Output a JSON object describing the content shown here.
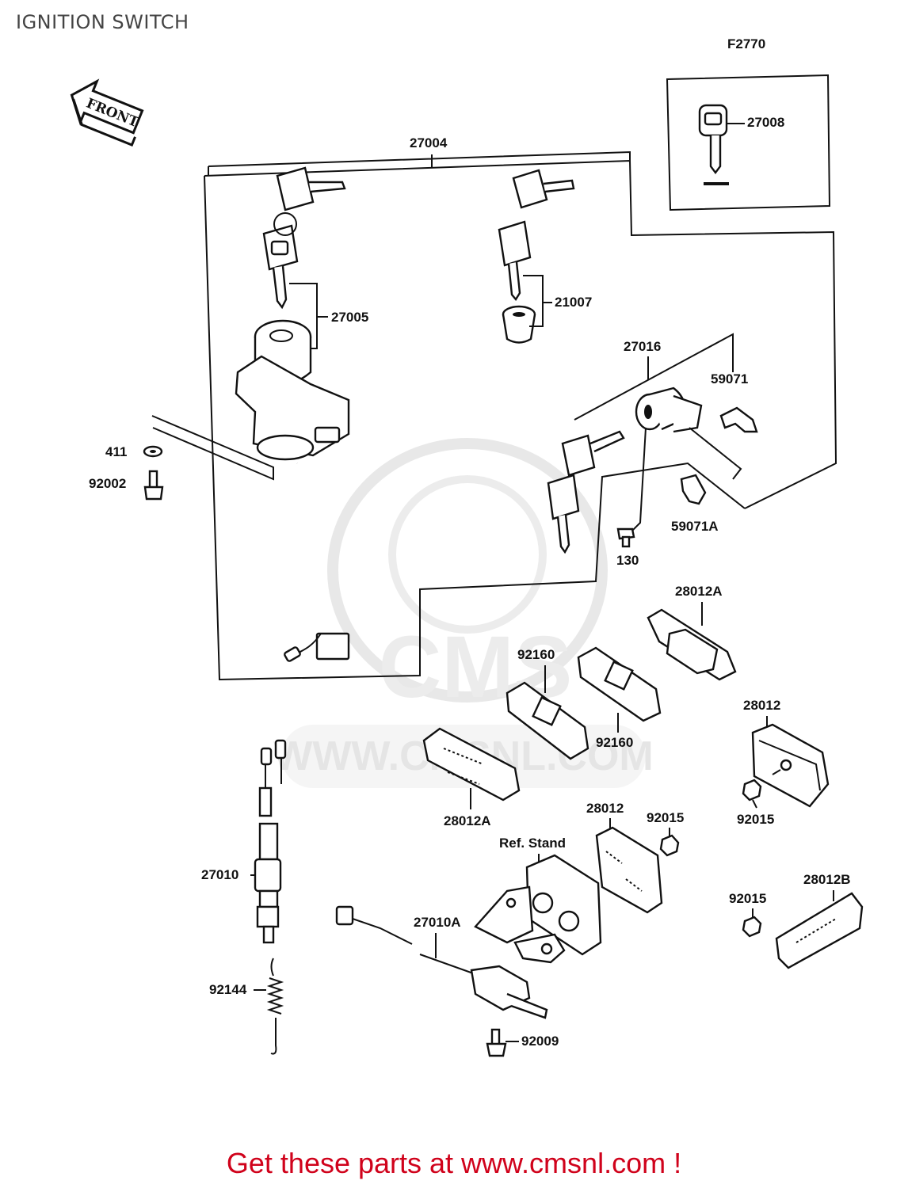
{
  "header": {
    "title": "IGNITION SWITCH",
    "figure_code": "F2770"
  },
  "front_arrow": {
    "label": "FRONT"
  },
  "watermark": {
    "text": "WWW.CMSNL.COM",
    "logo": "CMS"
  },
  "reference_note": "Ref. Stand",
  "callouts": {
    "p27004": "27004",
    "p27008": "27008",
    "p27005": "27005",
    "p21007": "21007",
    "p27016": "27016",
    "p59071": "59071",
    "p59071A": "59071A",
    "p130": "130",
    "p411": "411",
    "p92002": "92002",
    "p28012A_top": "28012A",
    "p92160_a": "92160",
    "p92160_b": "92160",
    "p28012_right": "28012",
    "p92015_right": "92015",
    "p28012A_bottom": "28012A",
    "p28012_mid": "28012",
    "p92015_mid": "92015",
    "p27010": "27010",
    "p27010A": "27010A",
    "p92015_low": "92015",
    "p28012B": "28012B",
    "p92144": "92144",
    "p92009": "92009"
  },
  "footer": {
    "text": "Get these parts at www.cmsnl.com !"
  },
  "colors": {
    "line": "#111111",
    "footer": "#d0021b",
    "watermark": "#cfcfcf"
  }
}
